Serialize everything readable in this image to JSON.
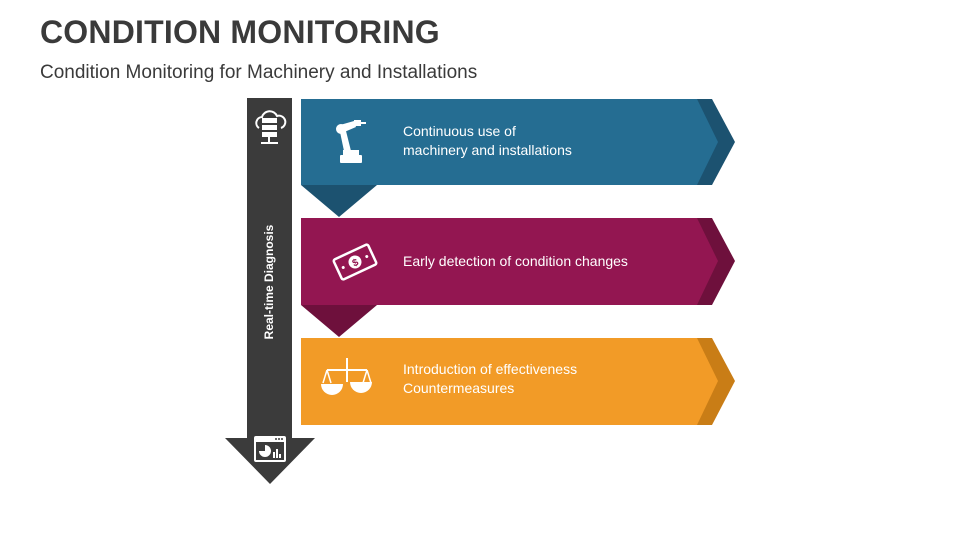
{
  "slide": {
    "title": "CONDITION MONITORING",
    "subtitle": "Condition Monitoring for Machinery and Installations"
  },
  "timeline": {
    "label": "Real-time Diagnosis",
    "color": "#3b3b3b",
    "top_icon": "cloud-server-icon",
    "bottom_icon": "dashboard-window-icon"
  },
  "steps": [
    {
      "lines": [
        "Continuous use of",
        "machinery and installations"
      ],
      "color": "#256d92",
      "dark": "#1c5270",
      "icon": "robot-arm-icon"
    },
    {
      "lines": [
        "Early detection of condition changes"
      ],
      "color": "#931651",
      "dark": "#6e103c",
      "icon": "money-bill-icon"
    },
    {
      "lines": [
        "Introduction of effectiveness",
        "Countermeasures"
      ],
      "color": "#f29b27",
      "dark": "#c97d16",
      "icon": "balance-scale-icon"
    }
  ]
}
